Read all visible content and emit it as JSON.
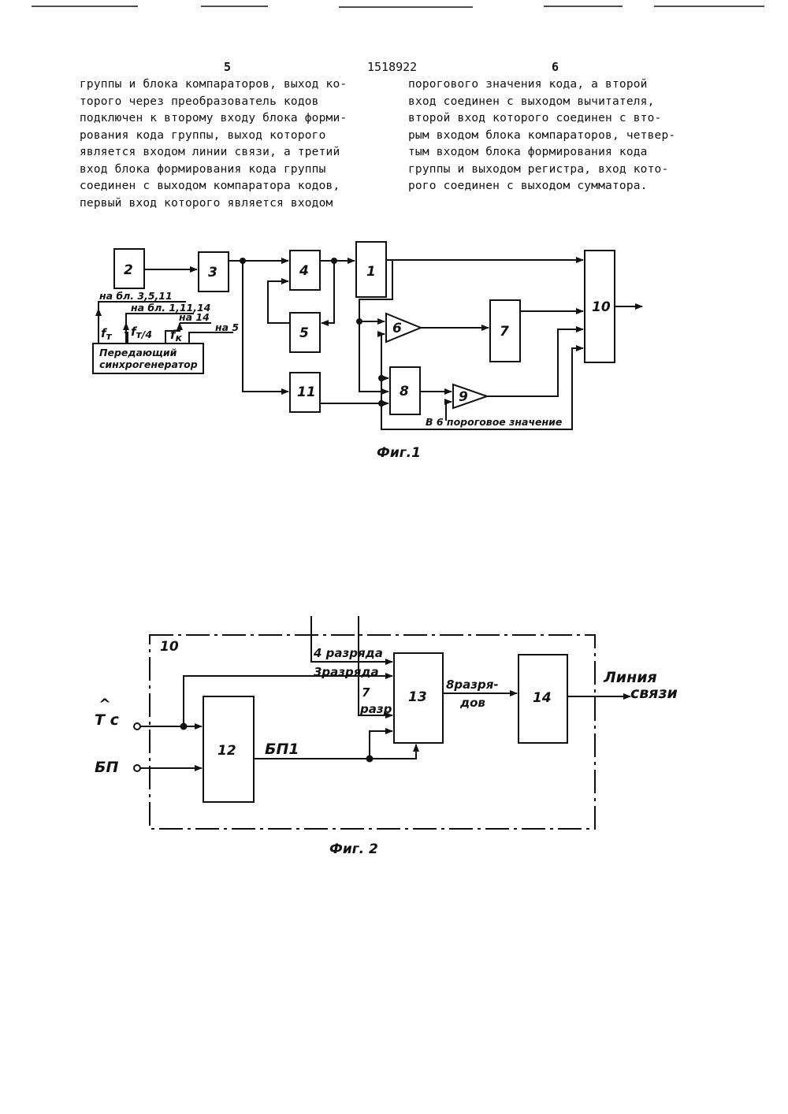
{
  "header": {
    "left_page": "5",
    "patent_number": "1518922",
    "right_page": "6"
  },
  "text": {
    "left_column": [
      "группы и блока компараторов, выход ко-",
      "торого через преобразователь кодов",
      "подключен к второму входу блока форми-",
      "рования кода группы, выход которого",
      "является входом линии связи, а третий",
      "вход блока формирования кода группы",
      "соединен с выходом компаратора кодов,",
      "первый вход которого является входом"
    ],
    "right_column": [
      "порогового значения кода, а второй",
      "вход соединен с выходом вычитателя,",
      "второй вход которого соединен с вто-",
      "рым входом блока компараторов, четвер-",
      "тым входом блока формирования кода",
      "группы и выходом регистра, вход кото-",
      "рого соединен с выходом сумматора."
    ]
  },
  "fig1": {
    "caption": "Фиг.1",
    "blocks": [
      "2",
      "3",
      "4",
      "5",
      "1",
      "6",
      "7",
      "8",
      "9",
      "10",
      "11"
    ],
    "sync_generator": [
      "Передающий",
      "синхрогенератор"
    ],
    "labels": {
      "to_blocks_1": "на бл. 3,5,11",
      "to_blocks_2": "на бл. 1,11,14",
      "to_block_14": "на 14",
      "to_block_5": "на 5",
      "f_t": "f",
      "f_t_sub": "т",
      "f_t4": "f",
      "f_t4_sub": "т/4",
      "f_k": "f",
      "f_k_sub": "к",
      "threshold": "В 6 пороговое значение"
    }
  },
  "fig2": {
    "caption": "Фиг. 2",
    "blocks": [
      "10",
      "12",
      "13",
      "14"
    ],
    "labels": {
      "tc_hat": "^",
      "tc": "Т с",
      "bp": "БП",
      "bp1": "БП1",
      "bits4": "4 разряда",
      "bits3": "3разряда",
      "bits7a": "7",
      "bits7b": "разр",
      "bits8a": "8разря-",
      "bits8b": "дов",
      "line1": "Линия",
      "line2": "связи"
    }
  }
}
